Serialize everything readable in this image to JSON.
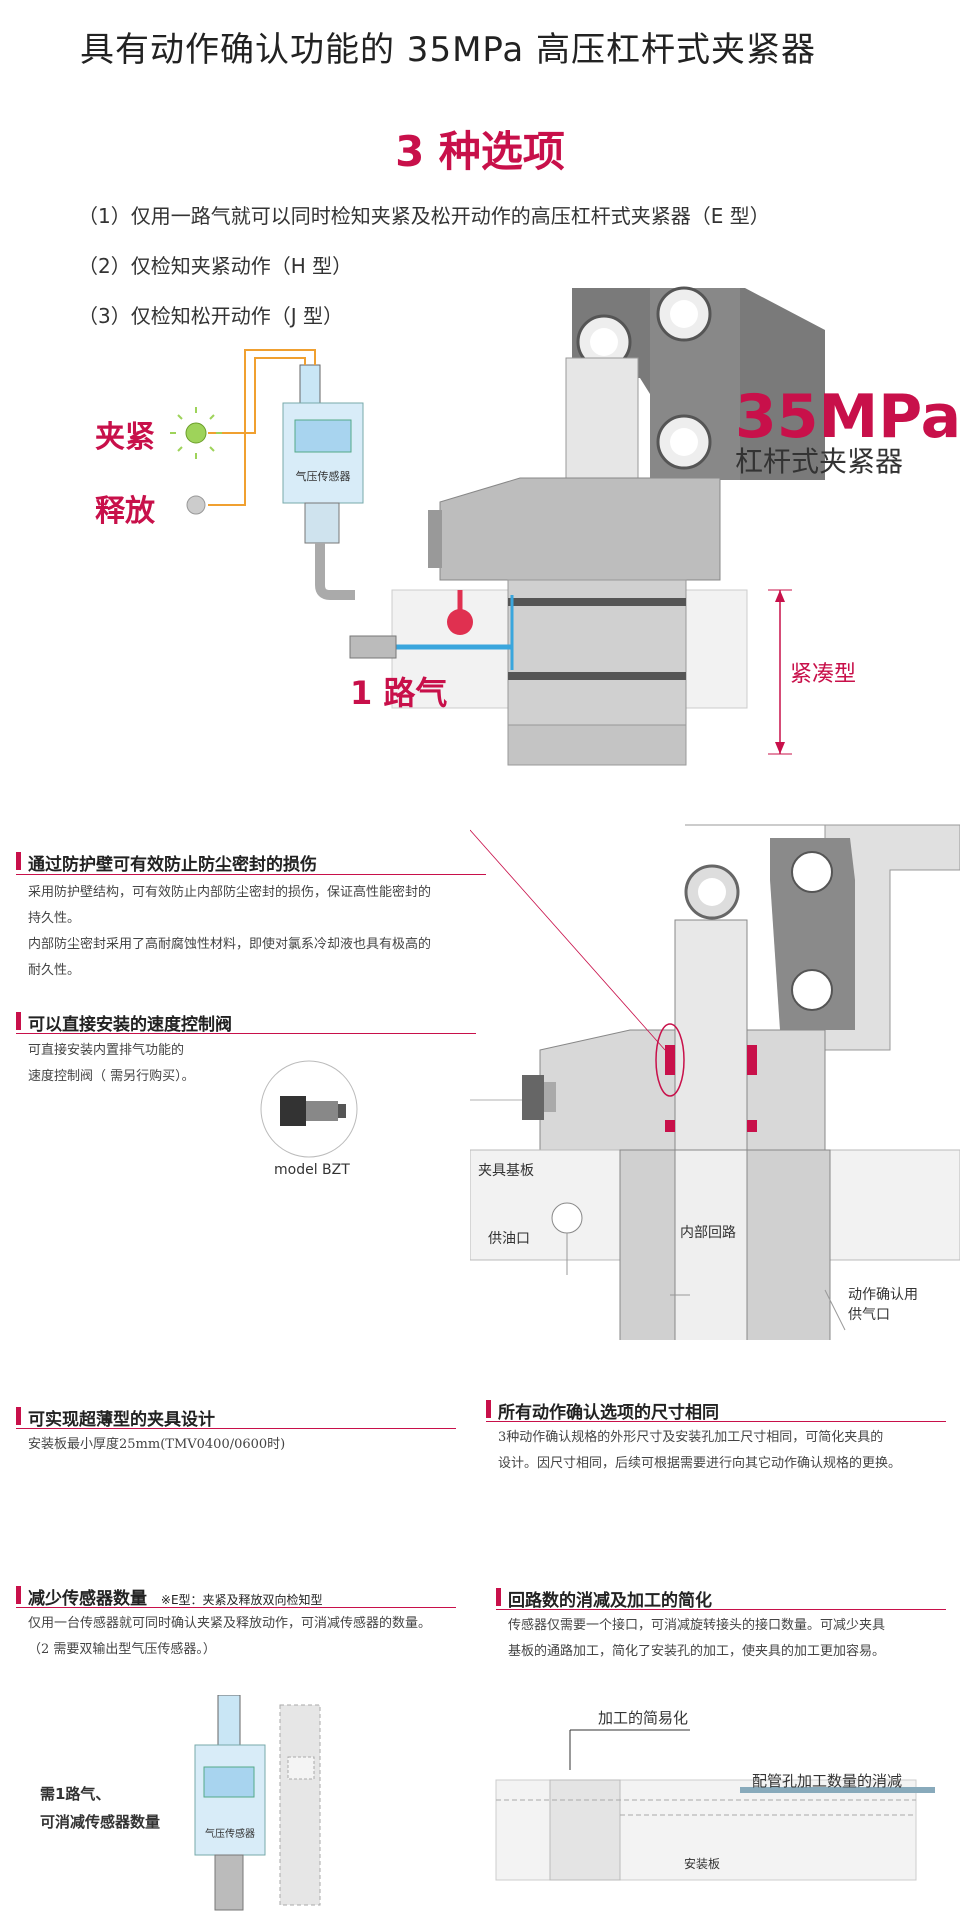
{
  "title": "具有动作确认功能的 35MPa 高压杠杆式夹紧器",
  "options_heading": "3 种选项",
  "options": [
    "（1）仅用一路气就可以同时检知夹紧及松开动作的高压杠杆式夹紧器（E 型）",
    "（2）仅检知夹紧动作（H 型）",
    "（3）仅检知松开动作（J 型）"
  ],
  "diagram1": {
    "clamp_label": "夹紧",
    "release_label": "释放",
    "sensor_label": "气压传感器",
    "air_label": "1 路气",
    "pressure": "35MPa",
    "clamp_type": "杠杆式夹紧器",
    "compact_label": "紧凑型"
  },
  "sections": {
    "guard": {
      "heading": "通过防护壁可有效防止防尘密封的损伤",
      "lines": [
        "采用防护壁结构，可有效防止内部防尘密封的损伤，保证高性能密封的",
        "持久性。",
        "内部防尘密封采用了高耐腐蚀性材料，即使对氯系冷却液也具有极高的",
        "耐久性。"
      ]
    },
    "valve": {
      "heading": "可以直接安装的速度控制阀",
      "lines": [
        "可直接安装内置排气功能的",
        "速度控制阀（ 需另行购买）。"
      ],
      "model": "model BZT"
    },
    "diagram2": {
      "fixture_plate": "夹具基板",
      "oil_port": "供油口",
      "internal_circuit": "内部回路",
      "air_supply_1": "动作确认用",
      "air_supply_2": "供气口"
    },
    "thin": {
      "heading": "可实现超薄型的夹具设计",
      "lines": [
        "安装板最小厚度25mm(TMV0400/0600时)"
      ]
    },
    "same_size": {
      "heading": "所有动作确认选项的尺寸相同",
      "lines": [
        "3种动作确认规格的外形尺寸及安装孔加工尺寸相同，可简化夹具的",
        "设计。因尺寸相同，后续可根据需要进行向其它动作确认规格的更换。"
      ]
    },
    "sensors": {
      "heading": "减少传感器数量",
      "note": "※E型：夹紧及释放双向检知型",
      "lines": [
        "仅用一台传感器就可同时确认夹紧及释放动作，可消减传感器的数量。",
        "（2 需要双输出型气压传感器。）"
      ],
      "fig_label_1": "需1路气、",
      "fig_label_2": "可消减传感器数量",
      "sensor_label": "气压传感器"
    },
    "machining": {
      "heading": "回路数的消减及加工的简化",
      "lines": [
        "传感器仅需要一个接口，可消减旋转接头的接口数量。可减少夹具",
        "基板的通路加工，简化了安装孔的加工，使夹具的加工更加容易。"
      ],
      "fig_simplify": "加工的简易化",
      "fig_piping": "配管孔加工数量的消减",
      "fig_plate": "安装板"
    }
  },
  "colors": {
    "accent": "#c8104a",
    "air": "#3aa6dd",
    "body": "#d6d6d6",
    "dark": "#777777",
    "orange": "#f0a030"
  }
}
